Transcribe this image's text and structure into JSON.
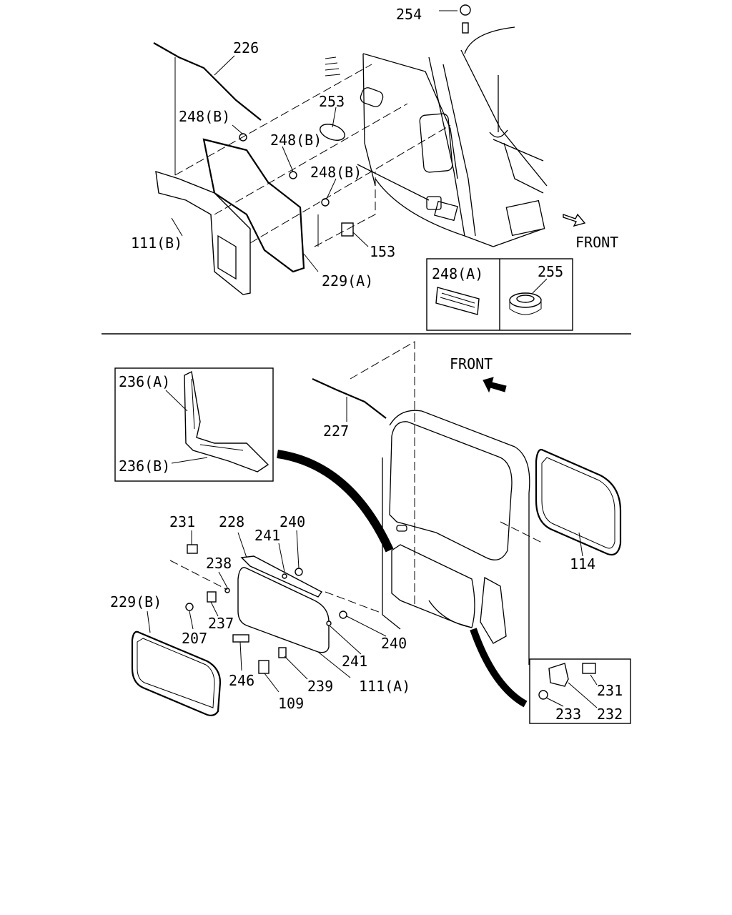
{
  "labels": {
    "p254": "254",
    "p226": "226",
    "p248b_1": "248(B)",
    "p253": "253",
    "p248b_2": "248(B)",
    "p248b_3": "248(B)",
    "p111b": "111(B)",
    "p153": "153",
    "p229a": "229(A)",
    "front_top": "FRONT",
    "p248a": "248(A)",
    "p255": "255",
    "front_bottom": "FRONT",
    "p236a": "236(A)",
    "p236b": "236(B)",
    "p227": "227",
    "p231_1": "231",
    "p228": "228",
    "p240_1": "240",
    "p241_1": "241",
    "p238": "238",
    "p229b": "229(B)",
    "p237": "237",
    "p207": "207",
    "p246": "246",
    "p109": "109",
    "p239": "239",
    "p111a": "111(A)",
    "p241_2": "241",
    "p240_2": "240",
    "p114": "114",
    "p231_2": "231",
    "p233": "233",
    "p232": "232"
  }
}
